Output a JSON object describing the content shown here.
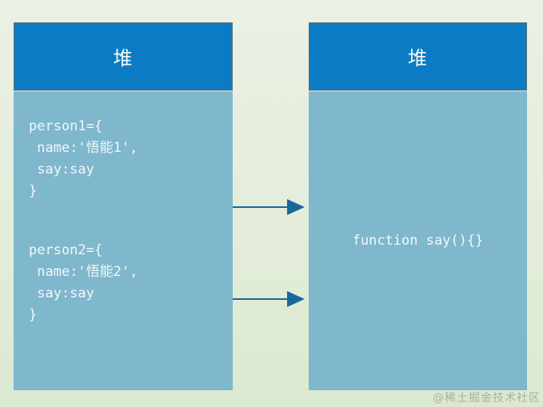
{
  "left_box": {
    "title": "堆",
    "blocks": [
      {
        "name": "person1",
        "lines": [
          "person1={",
          " name:'悟能1',",
          " say:say",
          "}"
        ]
      },
      {
        "name": "person2",
        "lines": [
          "person2={",
          " name:'悟能2',",
          " say:say",
          "}"
        ]
      }
    ]
  },
  "right_box": {
    "title": "堆",
    "content": "function say(){}"
  },
  "arrows": {
    "count": 2,
    "direction": "left-to-right"
  },
  "watermark": "@稀土掘金技术社区",
  "colors": {
    "header_blue": "#0b7cc4",
    "body_blue": "#7fb7cd",
    "arrow_blue": "#19689c",
    "background_green": "#e4edda",
    "text_white": "#f2f8f6",
    "watermark_gray": "#a4aa9f"
  }
}
